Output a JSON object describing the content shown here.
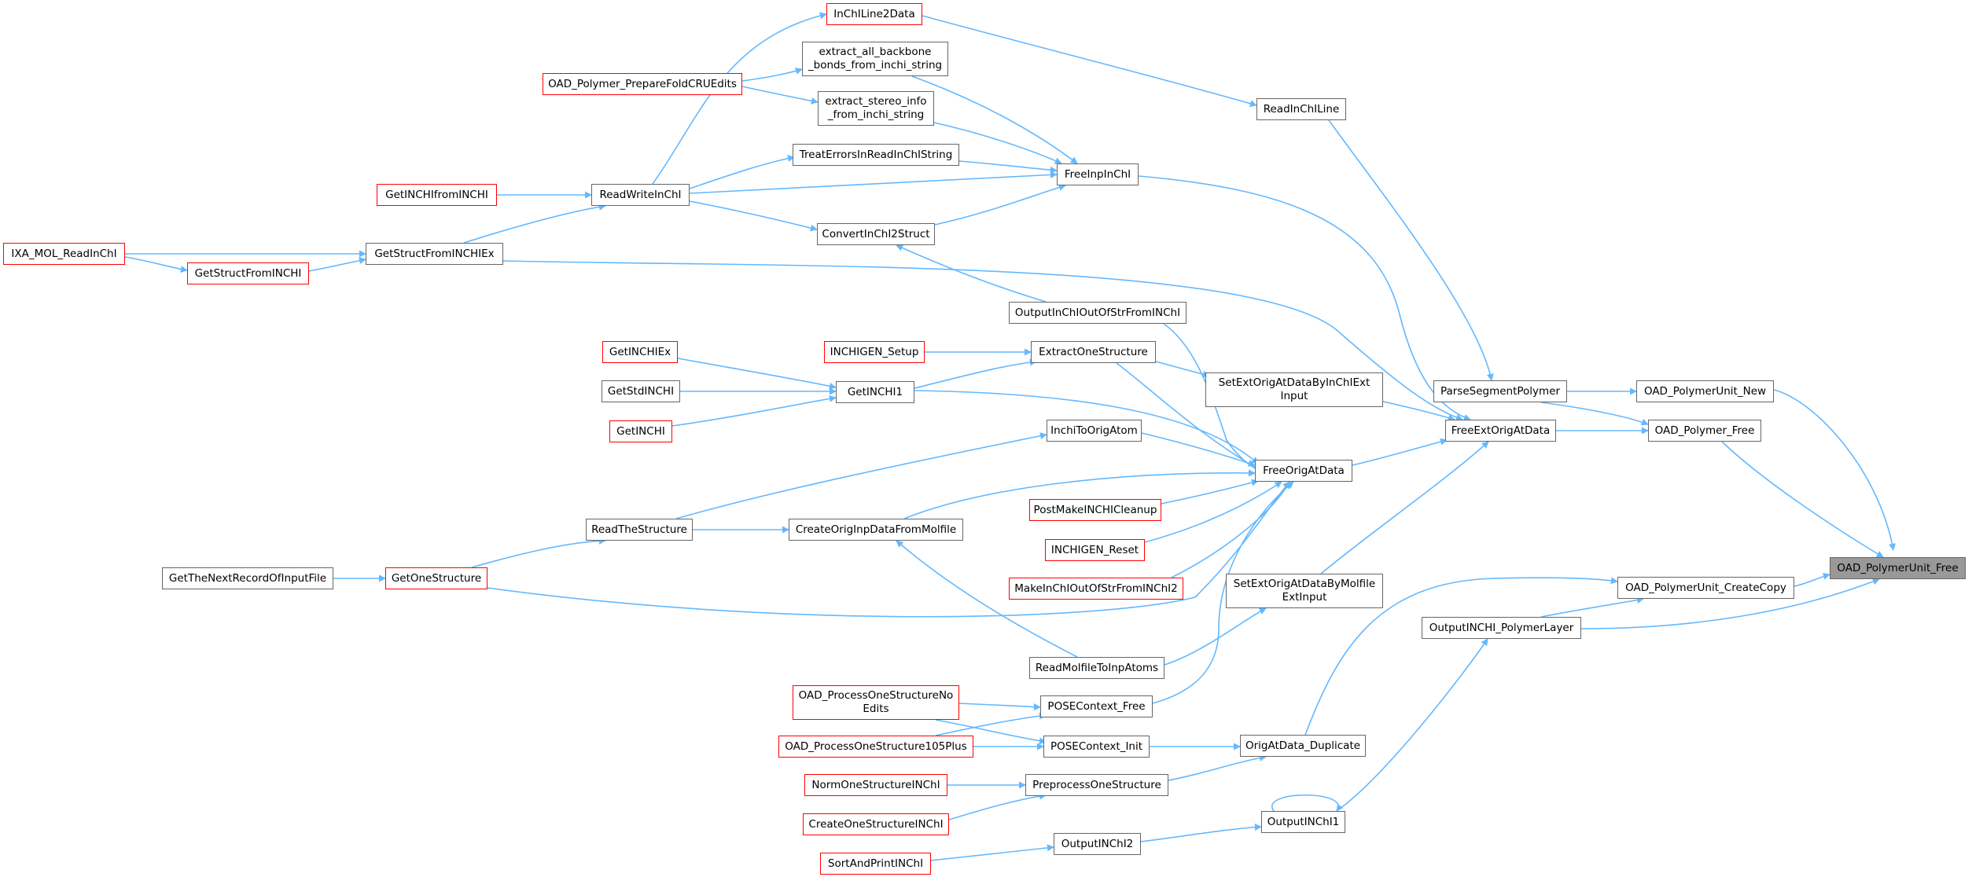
{
  "focus_node": "OAD_PolymerUnit_Free",
  "colors": {
    "edge": "#63b8ff",
    "node_border": "#666666",
    "truncated_border": "#ff0000",
    "focus_fill": "#999999"
  },
  "nodes": [
    {
      "id": "OAD_PolymerUnit_Free",
      "label": "OAD_PolymerUnit_Free",
      "style": "focus"
    },
    {
      "id": "OAD_PolymerUnit_New",
      "label": "OAD_PolymerUnit_New",
      "style": "normal"
    },
    {
      "id": "OAD_Polymer_Free",
      "label": "OAD_Polymer_Free",
      "style": "normal"
    },
    {
      "id": "OAD_PolymerUnit_CreateCopy",
      "label": "OAD_PolymerUnit_CreateCopy",
      "style": "normal"
    },
    {
      "id": "OutputINCHI_PolymerLayer",
      "label": "OutputINCHI_PolymerLayer",
      "style": "normal"
    },
    {
      "id": "ParseSegmentPolymer",
      "label": "ParseSegmentPolymer",
      "style": "normal"
    },
    {
      "id": "FreeExtOrigAtData",
      "label": "FreeExtOrigAtData",
      "style": "normal"
    },
    {
      "id": "ReadInChILine",
      "label": "ReadInChILine",
      "style": "normal"
    },
    {
      "id": "SetExtOrigAtDataByInChIExtInput",
      "label": "SetExtOrigAtDataByInChIExt\nInput",
      "style": "normal"
    },
    {
      "id": "FreeOrigAtData",
      "label": "FreeOrigAtData",
      "style": "normal"
    },
    {
      "id": "SetExtOrigAtDataByMolfileExtInput",
      "label": "SetExtOrigAtDataByMolfile\nExtInput",
      "style": "normal"
    },
    {
      "id": "OrigAtData_Duplicate",
      "label": "OrigAtData_Duplicate",
      "style": "normal"
    },
    {
      "id": "OutputINChI1",
      "label": "OutputINChI1",
      "style": "normal"
    },
    {
      "id": "InChILine2Data",
      "label": "InChILine2Data",
      "style": "truncated"
    },
    {
      "id": "extract_all_backbone_bonds",
      "label": "extract_all_backbone\n_bonds_from_inchi_string",
      "style": "normal"
    },
    {
      "id": "extract_stereo_info",
      "label": "extract_stereo_info\n_from_inchi_string",
      "style": "normal"
    },
    {
      "id": "TreatErrorsInReadInChIString",
      "label": "TreatErrorsInReadInChIString",
      "style": "normal"
    },
    {
      "id": "FreeInpInChI",
      "label": "FreeInpInChI",
      "style": "normal"
    },
    {
      "id": "ConvertInChI2Struct",
      "label": "ConvertInChI2Struct",
      "style": "normal"
    },
    {
      "id": "OutputInChIOutOfStrFromINChI",
      "label": "OutputInChIOutOfStrFromINChI",
      "style": "normal"
    },
    {
      "id": "ExtractOneStructure",
      "label": "ExtractOneStructure",
      "style": "normal"
    },
    {
      "id": "GetINCHI1",
      "label": "GetINCHI1",
      "style": "normal"
    },
    {
      "id": "InchiToOrigAtom",
      "label": "InchiToOrigAtom",
      "style": "normal"
    },
    {
      "id": "PostMakeINCHICleanup",
      "label": "PostMakeINCHICleanup",
      "style": "truncated"
    },
    {
      "id": "INCHIGEN_Reset",
      "label": "INCHIGEN_Reset",
      "style": "truncated"
    },
    {
      "id": "MakeInChIOutOfStrFromINChI2",
      "label": "MakeInChIOutOfStrFromINChI2",
      "style": "truncated"
    },
    {
      "id": "CreateOrigInpDataFromMolfile",
      "label": "CreateOrigInpDataFromMolfile",
      "style": "normal"
    },
    {
      "id": "ReadMolfileToInpAtoms",
      "label": "ReadMolfileToInpAtoms",
      "style": "normal"
    },
    {
      "id": "POSEContext_Free",
      "label": "POSEContext_Free",
      "style": "normal"
    },
    {
      "id": "POSEContext_Init",
      "label": "POSEContext_Init",
      "style": "normal"
    },
    {
      "id": "PreprocessOneStructure",
      "label": "PreprocessOneStructure",
      "style": "normal"
    },
    {
      "id": "OutputINChI2",
      "label": "OutputINChI2",
      "style": "normal"
    },
    {
      "id": "OAD_Polymer_PrepareFoldCRUEdits",
      "label": "OAD_Polymer_PrepareFoldCRUEdits",
      "style": "truncated"
    },
    {
      "id": "ReadWriteInChI",
      "label": "ReadWriteInChI",
      "style": "normal"
    },
    {
      "id": "GetINCHIfromINCHI",
      "label": "GetINCHIfromINCHI",
      "style": "truncated"
    },
    {
      "id": "GetStructFromINCHIEx",
      "label": "GetStructFromINCHIEx",
      "style": "normal"
    },
    {
      "id": "GetStructFromINCHI",
      "label": "GetStructFromINCHI",
      "style": "truncated"
    },
    {
      "id": "IXA_MOL_ReadInChI",
      "label": "IXA_MOL_ReadInChI",
      "style": "truncated"
    },
    {
      "id": "INCHIGEN_Setup",
      "label": "INCHIGEN_Setup",
      "style": "truncated"
    },
    {
      "id": "GetINCHIEx",
      "label": "GetINCHIEx",
      "style": "truncated"
    },
    {
      "id": "GetStdINCHI",
      "label": "GetStdINCHI",
      "style": "normal"
    },
    {
      "id": "GetINCHI",
      "label": "GetINCHI",
      "style": "truncated"
    },
    {
      "id": "ReadTheStructure",
      "label": "ReadTheStructure",
      "style": "normal"
    },
    {
      "id": "GetOneStructure",
      "label": "GetOneStructure",
      "style": "truncated"
    },
    {
      "id": "GetTheNextRecordOfInputFile",
      "label": "GetTheNextRecordOfInputFile",
      "style": "normal"
    },
    {
      "id": "OAD_ProcessOneStructureNoEdits",
      "label": "OAD_ProcessOneStructureNo\nEdits",
      "style": "truncated"
    },
    {
      "id": "OAD_ProcessOneStructure105Plus",
      "label": "OAD_ProcessOneStructure105Plus",
      "style": "truncated"
    },
    {
      "id": "NormOneStructureINChI",
      "label": "NormOneStructureINChI",
      "style": "truncated"
    },
    {
      "id": "CreateOneStructureINChI",
      "label": "CreateOneStructureINChI",
      "style": "truncated"
    },
    {
      "id": "SortAndPrintINChI",
      "label": "SortAndPrintINChI",
      "style": "truncated"
    }
  ],
  "edges": [
    [
      "OAD_PolymerUnit_New",
      "OAD_PolymerUnit_Free"
    ],
    [
      "OAD_Polymer_Free",
      "OAD_PolymerUnit_Free"
    ],
    [
      "OAD_PolymerUnit_CreateCopy",
      "OAD_PolymerUnit_Free"
    ],
    [
      "OutputINCHI_PolymerLayer",
      "OAD_PolymerUnit_Free"
    ],
    [
      "ParseSegmentPolymer",
      "OAD_PolymerUnit_New"
    ],
    [
      "ParseSegmentPolymer",
      "OAD_Polymer_Free"
    ],
    [
      "FreeExtOrigAtData",
      "OAD_Polymer_Free"
    ],
    [
      "OrigAtData_Duplicate",
      "OAD_PolymerUnit_CreateCopy"
    ],
    [
      "OutputINChI1",
      "OutputINCHI_PolymerLayer"
    ],
    [
      "OutputINCHI_PolymerLayer",
      "OAD_PolymerUnit_CreateCopy"
    ],
    [
      "ReadInChILine",
      "ParseSegmentPolymer"
    ],
    [
      "InChILine2Data",
      "ReadInChILine"
    ],
    [
      "SetExtOrigAtDataByInChIExtInput",
      "FreeExtOrigAtData"
    ],
    [
      "FreeOrigAtData",
      "FreeExtOrigAtData"
    ],
    [
      "SetExtOrigAtDataByMolfileExtInput",
      "FreeExtOrigAtData"
    ],
    [
      "FreeInpInChI",
      "FreeExtOrigAtData"
    ],
    [
      "GetStructFromINCHIEx",
      "FreeExtOrigAtData"
    ],
    [
      "ExtractOneStructure",
      "SetExtOrigAtDataByInChIExtInput"
    ],
    [
      "ReadMolfileToInpAtoms",
      "SetExtOrigAtDataByMolfileExtInput"
    ],
    [
      "OutputInChIOutOfStrFromINChI",
      "FreeOrigAtData"
    ],
    [
      "ExtractOneStructure",
      "FreeOrigAtData"
    ],
    [
      "GetINCHI1",
      "FreeOrigAtData"
    ],
    [
      "InchiToOrigAtom",
      "FreeOrigAtData"
    ],
    [
      "CreateOrigInpDataFromMolfile",
      "FreeOrigAtData"
    ],
    [
      "PostMakeINCHICleanup",
      "FreeOrigAtData"
    ],
    [
      "INCHIGEN_Reset",
      "FreeOrigAtData"
    ],
    [
      "MakeInChIOutOfStrFromINChI2",
      "FreeOrigAtData"
    ],
    [
      "GetOneStructure",
      "FreeOrigAtData"
    ],
    [
      "POSEContext_Free",
      "FreeOrigAtData"
    ],
    [
      "POSEContext_Init",
      "OrigAtData_Duplicate"
    ],
    [
      "PreprocessOneStructure",
      "OrigAtData_Duplicate"
    ],
    [
      "OutputINChI2",
      "OutputINChI1"
    ],
    [
      "OutputINChI1",
      "OutputINChI1"
    ],
    [
      "extract_all_backbone_bonds",
      "FreeInpInChI"
    ],
    [
      "extract_stereo_info",
      "FreeInpInChI"
    ],
    [
      "TreatErrorsInReadInChIString",
      "FreeInpInChI"
    ],
    [
      "ReadWriteInChI",
      "FreeInpInChI"
    ],
    [
      "ConvertInChI2Struct",
      "FreeInpInChI"
    ],
    [
      "ReadWriteInChI",
      "InChILine2Data"
    ],
    [
      "OAD_Polymer_PrepareFoldCRUEdits",
      "extract_all_backbone_bonds"
    ],
    [
      "OAD_Polymer_PrepareFoldCRUEdits",
      "extract_stereo_info"
    ],
    [
      "ReadWriteInChI",
      "TreatErrorsInReadInChIString"
    ],
    [
      "ReadWriteInChI",
      "ConvertInChI2Struct"
    ],
    [
      "GetINCHIfromINCHI",
      "ReadWriteInChI"
    ],
    [
      "GetStructFromINCHIEx",
      "ReadWriteInChI"
    ],
    [
      "IXA_MOL_ReadInChI",
      "GetStructFromINCHIEx"
    ],
    [
      "IXA_MOL_ReadInChI",
      "GetStructFromINCHI"
    ],
    [
      "GetStructFromINCHI",
      "GetStructFromINCHIEx"
    ],
    [
      "OutputInChIOutOfStrFromINChI",
      "ConvertInChI2Struct"
    ],
    [
      "INCHIGEN_Setup",
      "ExtractOneStructure"
    ],
    [
      "GetINCHI1",
      "ExtractOneStructure"
    ],
    [
      "GetINCHIEx",
      "GetINCHI1"
    ],
    [
      "GetStdINCHI",
      "GetINCHI1"
    ],
    [
      "GetINCHI",
      "GetINCHI1"
    ],
    [
      "ReadTheStructure",
      "InchiToOrigAtom"
    ],
    [
      "ReadTheStructure",
      "CreateOrigInpDataFromMolfile"
    ],
    [
      "GetOneStructure",
      "ReadTheStructure"
    ],
    [
      "GetTheNextRecordOfInputFile",
      "GetOneStructure"
    ],
    [
      "ReadMolfileToInpAtoms",
      "CreateOrigInpDataFromMolfile"
    ],
    [
      "OAD_ProcessOneStructureNoEdits",
      "POSEContext_Free"
    ],
    [
      "OAD_ProcessOneStructureNoEdits",
      "POSEContext_Init"
    ],
    [
      "OAD_ProcessOneStructure105Plus",
      "POSEContext_Free"
    ],
    [
      "OAD_ProcessOneStructure105Plus",
      "POSEContext_Init"
    ],
    [
      "NormOneStructureINChI",
      "PreprocessOneStructure"
    ],
    [
      "CreateOneStructureINChI",
      "PreprocessOneStructure"
    ],
    [
      "SortAndPrintINChI",
      "OutputINChI2"
    ]
  ]
}
